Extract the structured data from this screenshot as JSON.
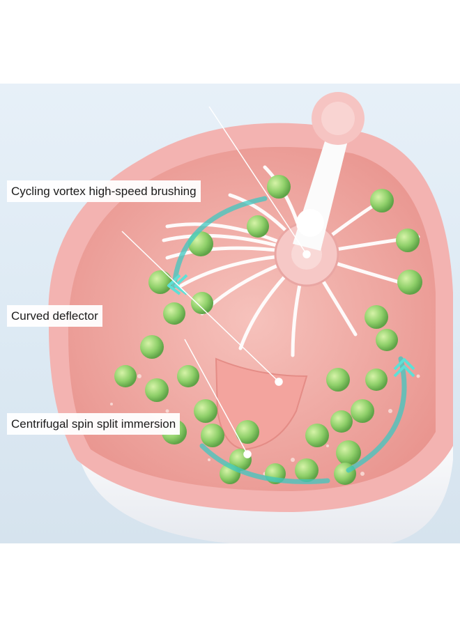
{
  "callouts": {
    "vortex": "Cycling vortex high-speed brushing",
    "deflector": "Curved deflector",
    "immersion": "Centrifugal spin split immersion"
  },
  "colors": {
    "basin_pink": "#f0a9a9",
    "basin_rim": "#f6c3c2",
    "water": "#f3b5b0",
    "grape": "#8fd06a",
    "arrow_teal": "#3fc7c0",
    "base_white": "#f7f7f9"
  }
}
